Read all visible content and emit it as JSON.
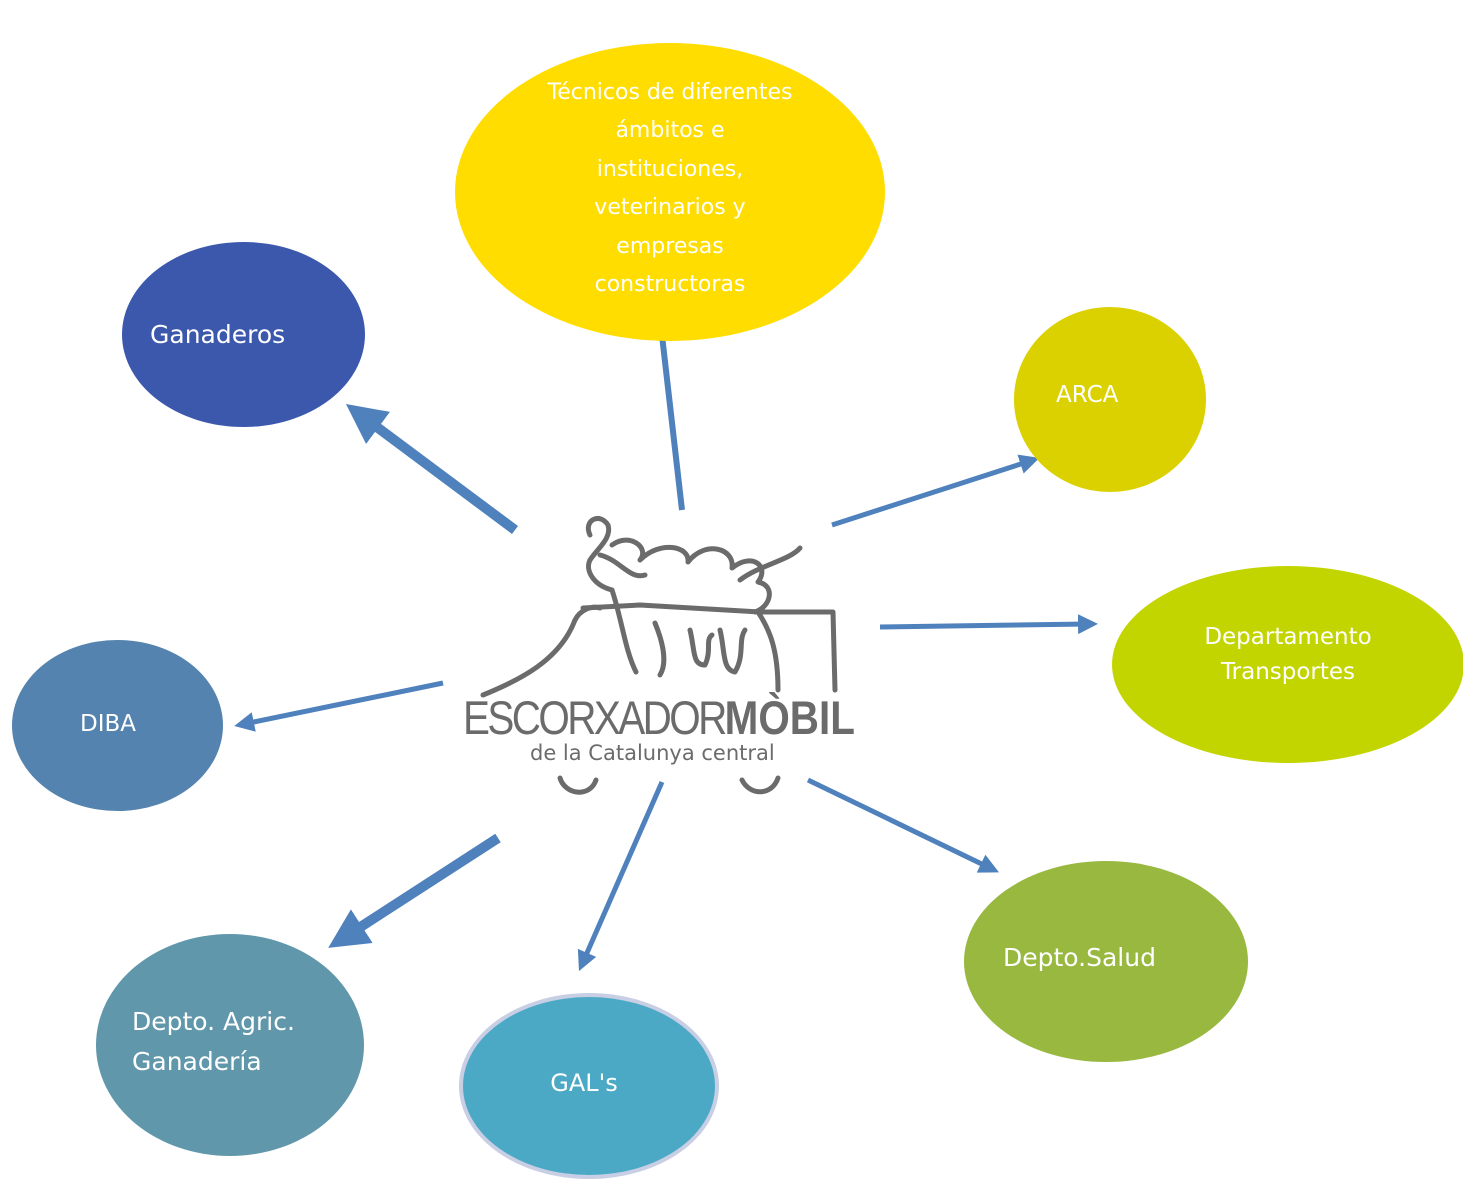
{
  "nodes": {
    "tecnicos": "Técnicos de diferentes ámbitos e instituciones, veterinarios y empresas constructoras",
    "ganaderos": "Ganaderos",
    "arca": "ARCA",
    "transportes": "Departamento Transportes",
    "diba": "DIBA",
    "salud": "Depto.Salud",
    "agric": "Depto. Agric. Ganadería",
    "gals": "GAL's"
  },
  "logo": {
    "word_regular": "ESCORXADOR",
    "word_bold": "MÒBIL",
    "tagline": "de la Catalunya central"
  },
  "colors": {
    "arrow": "#4F81BD",
    "tecnicos": "#FFDD00",
    "ganaderos": "#3B58AD",
    "arca": "#DBD100",
    "transportes": "#C3D500",
    "diba": "#5383AE",
    "salud": "#98B840",
    "agric": "#6097AB",
    "gals": "#4BA9C5",
    "logo_gray": "#6b6b6b"
  }
}
